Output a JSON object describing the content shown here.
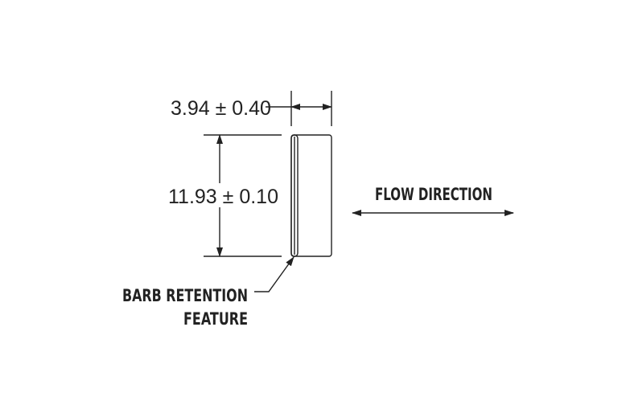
{
  "dimensions": {
    "width_label": "3.94 ± 0.40",
    "height_label": "11.93 ± 0.10"
  },
  "callouts": {
    "barb_line1": "BARB RETENTION",
    "barb_line2": "FEATURE",
    "flow_direction": "FLOW DIRECTION"
  },
  "colors": {
    "line": "#222222",
    "background": "#ffffff"
  }
}
